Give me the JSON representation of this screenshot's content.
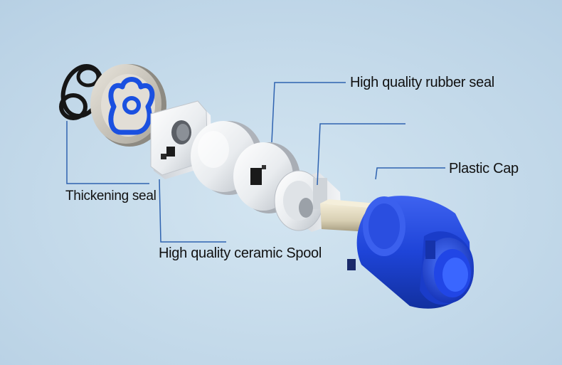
{
  "callouts": {
    "rubber_seal": "High quality rubber seal",
    "plastic_cap": "Plastic Cap",
    "thickening_seal": "Thickening seal",
    "ceramic_spool": "High quality ceramic Spool"
  },
  "colors": {
    "background": "#c4dbec",
    "leader_line": "#2f63b0",
    "cap_blue": "#1f45d6",
    "seal_blue": "#1a50e0",
    "part_white": "#f1f3f5",
    "o_ring": "#161616"
  }
}
